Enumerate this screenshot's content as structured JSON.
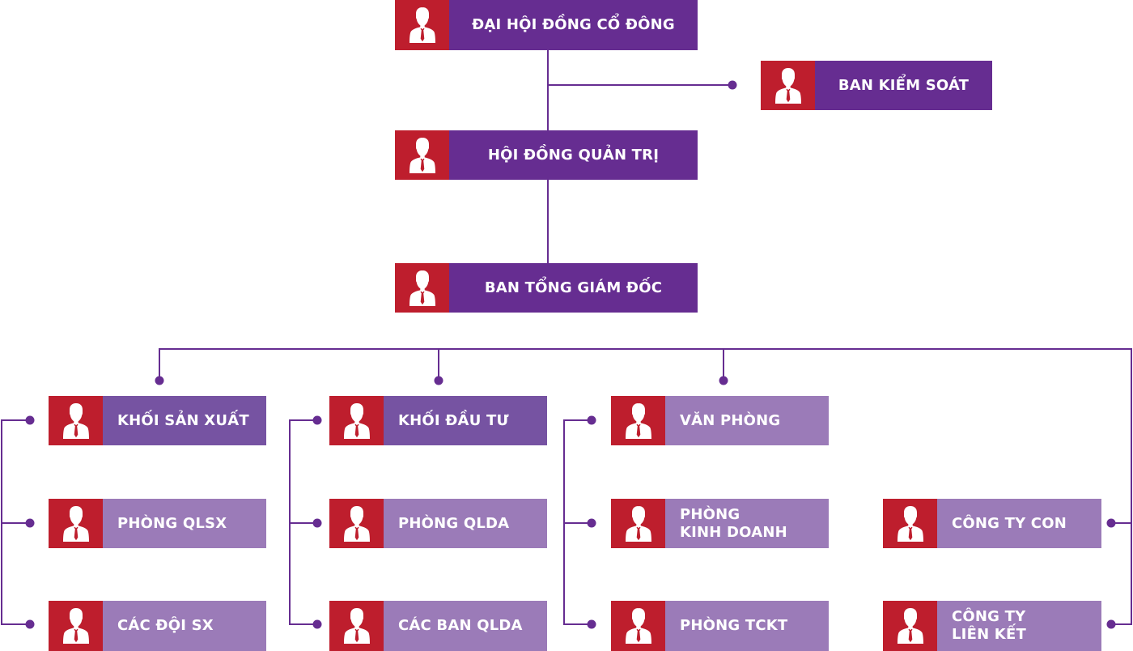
{
  "colors": {
    "avatar_red": "#be1e2d",
    "top_purple": "#662d91",
    "division_purple": "#7653a2",
    "dept_purple": "#9b7bb8",
    "connector": "#662d91"
  },
  "icon": "person-silhouette-icon",
  "top_level": {
    "shareholders": "ĐẠI HỘI ĐỒNG CỔ ĐÔNG",
    "supervisory": "BAN KIỂM SOÁT",
    "board": "HỘI ĐỒNG QUẢN TRỊ",
    "executive": "BAN TỔNG GIÁM ĐỐC"
  },
  "columns": [
    {
      "head": "KHỐI SẢN XUẤT",
      "items": [
        "PHÒNG QLSX",
        "CÁC ĐỘI SX"
      ]
    },
    {
      "head": "KHỐI ĐẦU TƯ",
      "items": [
        "PHÒNG QLDA",
        "CÁC BAN QLDA"
      ]
    },
    {
      "head": "VĂN PHÒNG",
      "items": [
        "PHÒNG\nKINH DOANH",
        "PHÒNG TCKT"
      ]
    },
    {
      "head": "",
      "items": [
        "CÔNG TY CON",
        "CÔNG TY\nLIÊN KẾT"
      ]
    }
  ]
}
